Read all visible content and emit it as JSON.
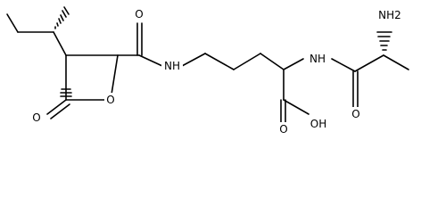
{
  "molecule": {
    "atom_labels": {
      "lactone_carbonyl_o": "O",
      "ring_o": "O",
      "amide_1_o": "O",
      "amide_1_nh": "NH",
      "amide_2_nh": "NH",
      "amide_2_o": "O",
      "acid_oh": "OH",
      "acid_o": "O",
      "amine": "NH2"
    }
  }
}
